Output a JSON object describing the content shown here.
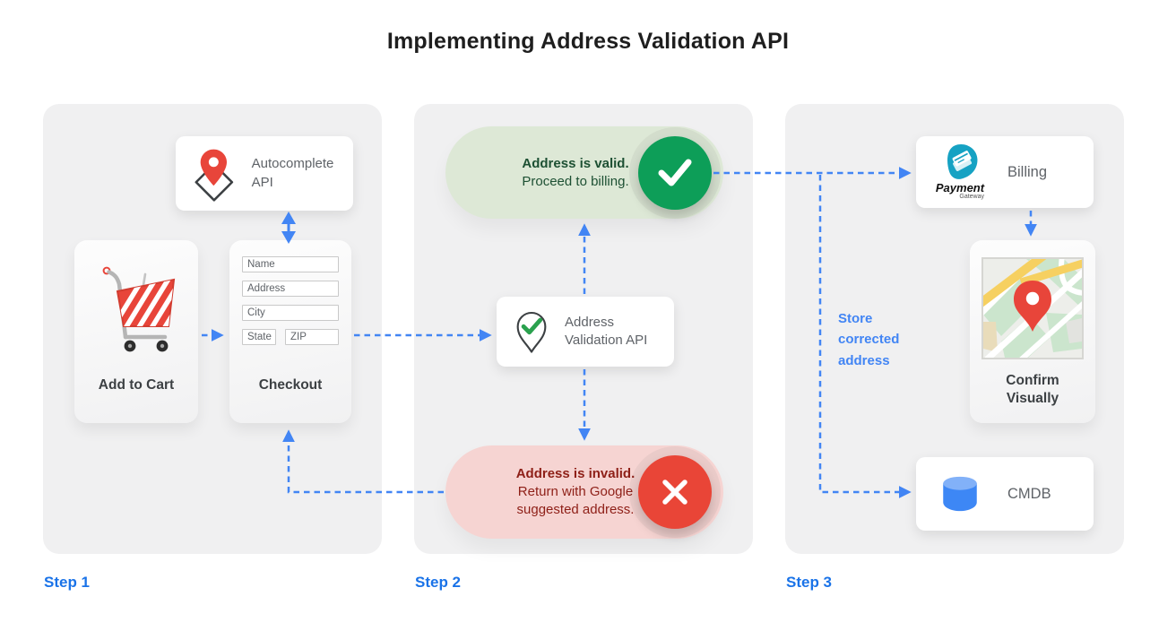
{
  "title": "Implementing Address Validation API",
  "colors": {
    "connector_blue": "#4285f4",
    "step_label_blue": "#1a73e8",
    "valid_green": "#0d9e58",
    "invalid_red": "#e94537",
    "valid_pill_bg": "#dde8d6",
    "invalid_pill_bg": "#f6d4d2",
    "panel_gray": "#f0f0f1"
  },
  "step1": {
    "label": "Step 1",
    "autocomplete": {
      "label": "Autocomplete API",
      "icon": "map-pin-diamond-icon"
    },
    "add_to_cart": {
      "label": "Add to Cart",
      "icon": "shopping-cart-icon"
    },
    "checkout": {
      "label": "Checkout",
      "fields": {
        "name": "Name",
        "address": "Address",
        "city": "City",
        "state": "State",
        "zip": "ZIP"
      }
    }
  },
  "step2": {
    "label": "Step 2",
    "valid_outcome": {
      "title": "Address is valid.",
      "subtitle": "Proceed to billing.",
      "icon": "check-icon"
    },
    "validation_api": {
      "label": "Address Validation API",
      "icon": "map-pin-check-icon"
    },
    "invalid_outcome": {
      "title": "Address is invalid.",
      "subtitle": "Return with Google suggested address.",
      "icon": "x-icon"
    }
  },
  "step3": {
    "label": "Step 3",
    "billing": {
      "label": "Billing",
      "logo_title": "Payment",
      "logo_subtitle": "Gateway",
      "icon": "payment-gateway-logo"
    },
    "confirm": {
      "label": "Confirm Visually",
      "icon": "map-preview"
    },
    "cmdb": {
      "label": "CMDB",
      "icon": "database-icon"
    },
    "store_note": "Store corrected address"
  }
}
